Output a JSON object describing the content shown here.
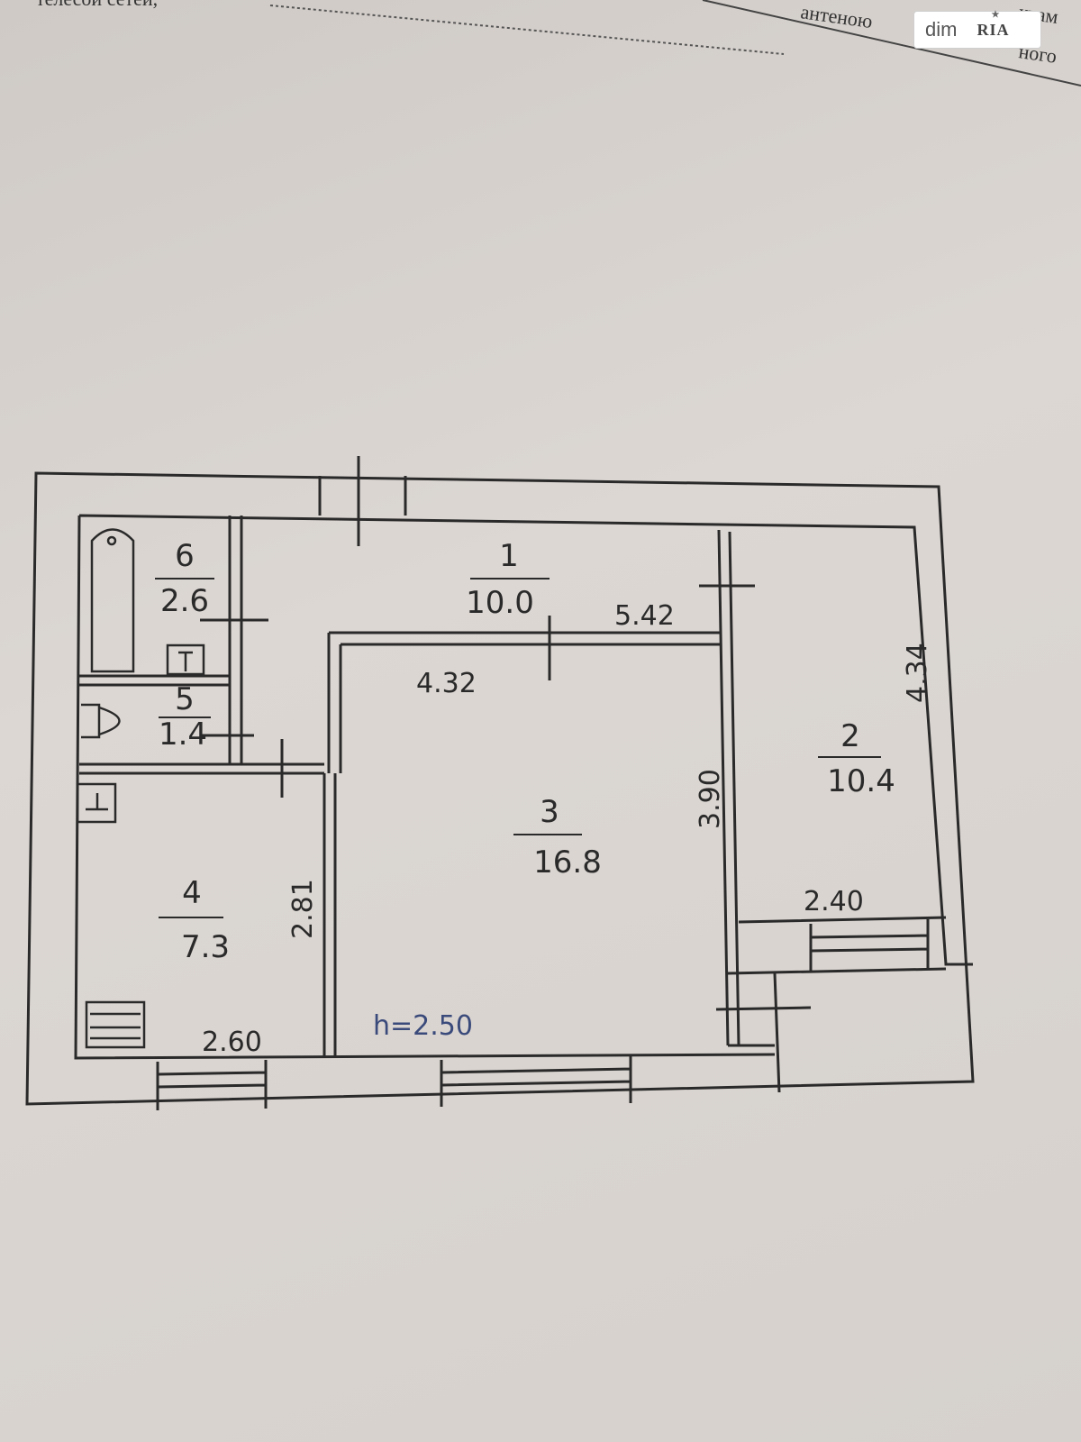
{
  "header": {
    "line1_left": "телесой сетей,",
    "line1_right": "антеною",
    "line1_far": "ктам",
    "line2_far": "ного"
  },
  "watermark": {
    "logo_text": "dim",
    "logo_mark": "RIA"
  },
  "rooms": [
    {
      "number": "1",
      "area": "10.0"
    },
    {
      "number": "2",
      "area": "10.4"
    },
    {
      "number": "3",
      "area": "16.8"
    },
    {
      "number": "4",
      "area": "7.3"
    },
    {
      "number": "5",
      "area": "1.4"
    },
    {
      "number": "6",
      "area": "2.6"
    }
  ],
  "dimensions": {
    "corridor_length": "5.42",
    "room3_width": "4.32",
    "room3_depth": "3.90",
    "room2_depth": "4.34",
    "room2_width": "2.40",
    "room4_depth": "2.81",
    "room4_width": "2.60",
    "ceiling_height": "h=2.50"
  },
  "colors": {
    "ink": "#2a2a2a",
    "paper": "#d8d3cf"
  }
}
